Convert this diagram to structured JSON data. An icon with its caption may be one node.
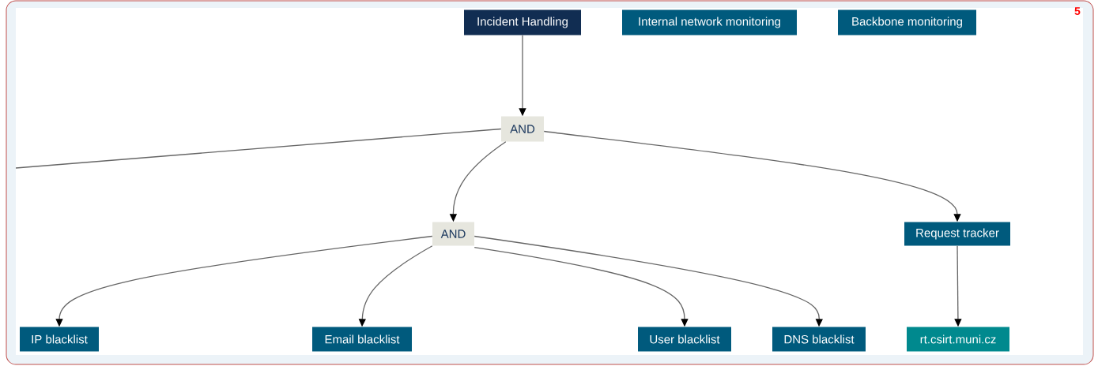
{
  "diagram": {
    "nodes": [
      {
        "text": [
          "Incident Handling"
        ]
      },
      {
        "text": [
          "Internal network monitoring"
        ]
      },
      {
        "text": [
          "Backbone monitoring"
        ]
      },
      {
        "text": [
          "AND"
        ]
      },
      {
        "text": [
          "AND"
        ]
      },
      {
        "text": [
          "Request tracker"
        ]
      },
      {
        "text": [
          "IP blacklist"
        ]
      },
      {
        "text": [
          "Email blacklist"
        ]
      },
      {
        "text": [
          "User blacklist"
        ]
      },
      {
        "text": [
          "DNS blacklist"
        ]
      },
      {
        "text": [
          "rt.csirt.muni.cz"
        ]
      }
    ],
    "edges": [
      {
        "from": 0,
        "to": 3,
        "arrow": "to"
      },
      {
        "from": 3,
        "to": null,
        "arrow": "none"
      },
      {
        "from": 3,
        "to": 4,
        "arrow": "to"
      },
      {
        "from": 3,
        "to": 5,
        "arrow": "to"
      },
      {
        "from": 4,
        "to": 6,
        "arrow": "to"
      },
      {
        "from": 4,
        "to": 7,
        "arrow": "to"
      },
      {
        "from": 4,
        "to": 8,
        "arrow": "to"
      },
      {
        "from": 4,
        "to": 9,
        "arrow": "to"
      },
      {
        "from": 5,
        "to": 10,
        "arrow": "to"
      }
    ],
    "labels": [
      "5"
    ]
  }
}
